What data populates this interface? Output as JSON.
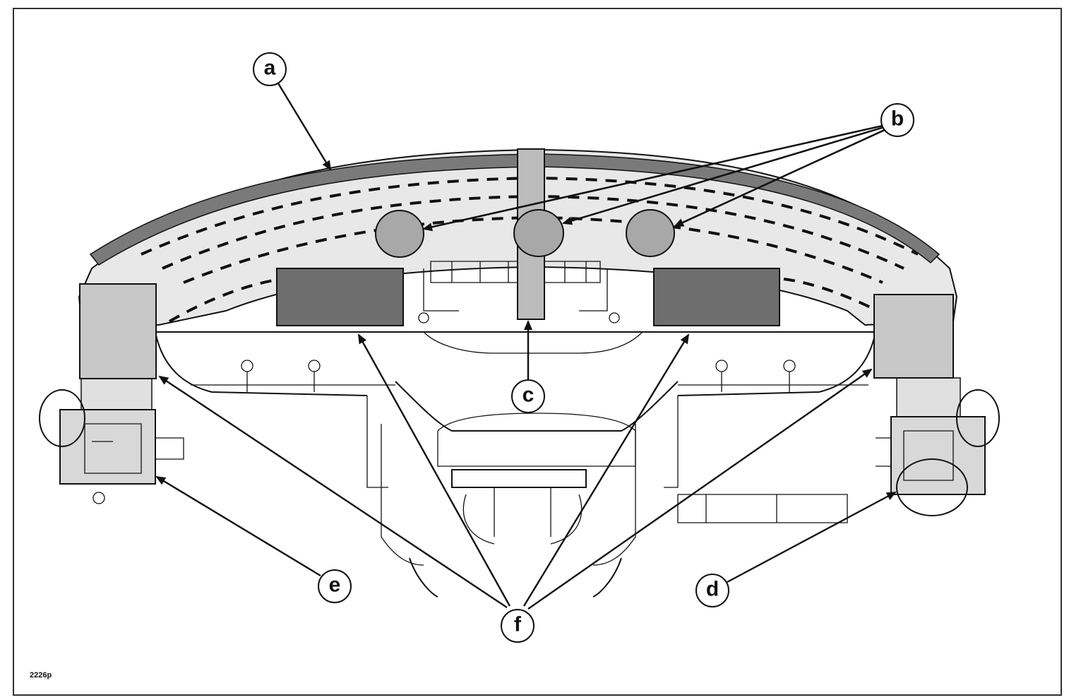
{
  "figure": {
    "reference_code": "2226p",
    "callouts": [
      {
        "id": "a",
        "label": "a"
      },
      {
        "id": "b",
        "label": "b"
      },
      {
        "id": "c",
        "label": "c"
      },
      {
        "id": "d",
        "label": "d"
      },
      {
        "id": "e",
        "label": "e"
      },
      {
        "id": "f",
        "label": "f"
      }
    ]
  },
  "colors": {
    "dashboard_fill": "#e8e8e8",
    "top_strip": "#7a7a7a",
    "vent_dark": "#6e6e6e",
    "side_box": "#c8c8c8",
    "round_vent": "#a8a8a8",
    "center_column": "#bcbcbc",
    "line": "#111111"
  }
}
